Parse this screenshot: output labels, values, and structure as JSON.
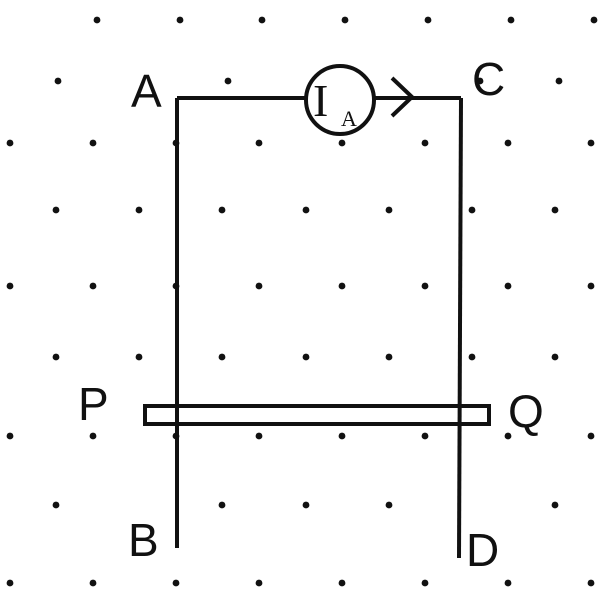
{
  "labels": {
    "A": "A",
    "B": "B",
    "C": "C",
    "D": "D",
    "P": "P",
    "Q": "Q"
  },
  "ammeter": {
    "symbol": "I",
    "subscript": "A"
  },
  "colors": {
    "ink": "#111111",
    "background": "#ffffff"
  },
  "field": {
    "direction": "out-of-page",
    "symbol": "dot"
  }
}
